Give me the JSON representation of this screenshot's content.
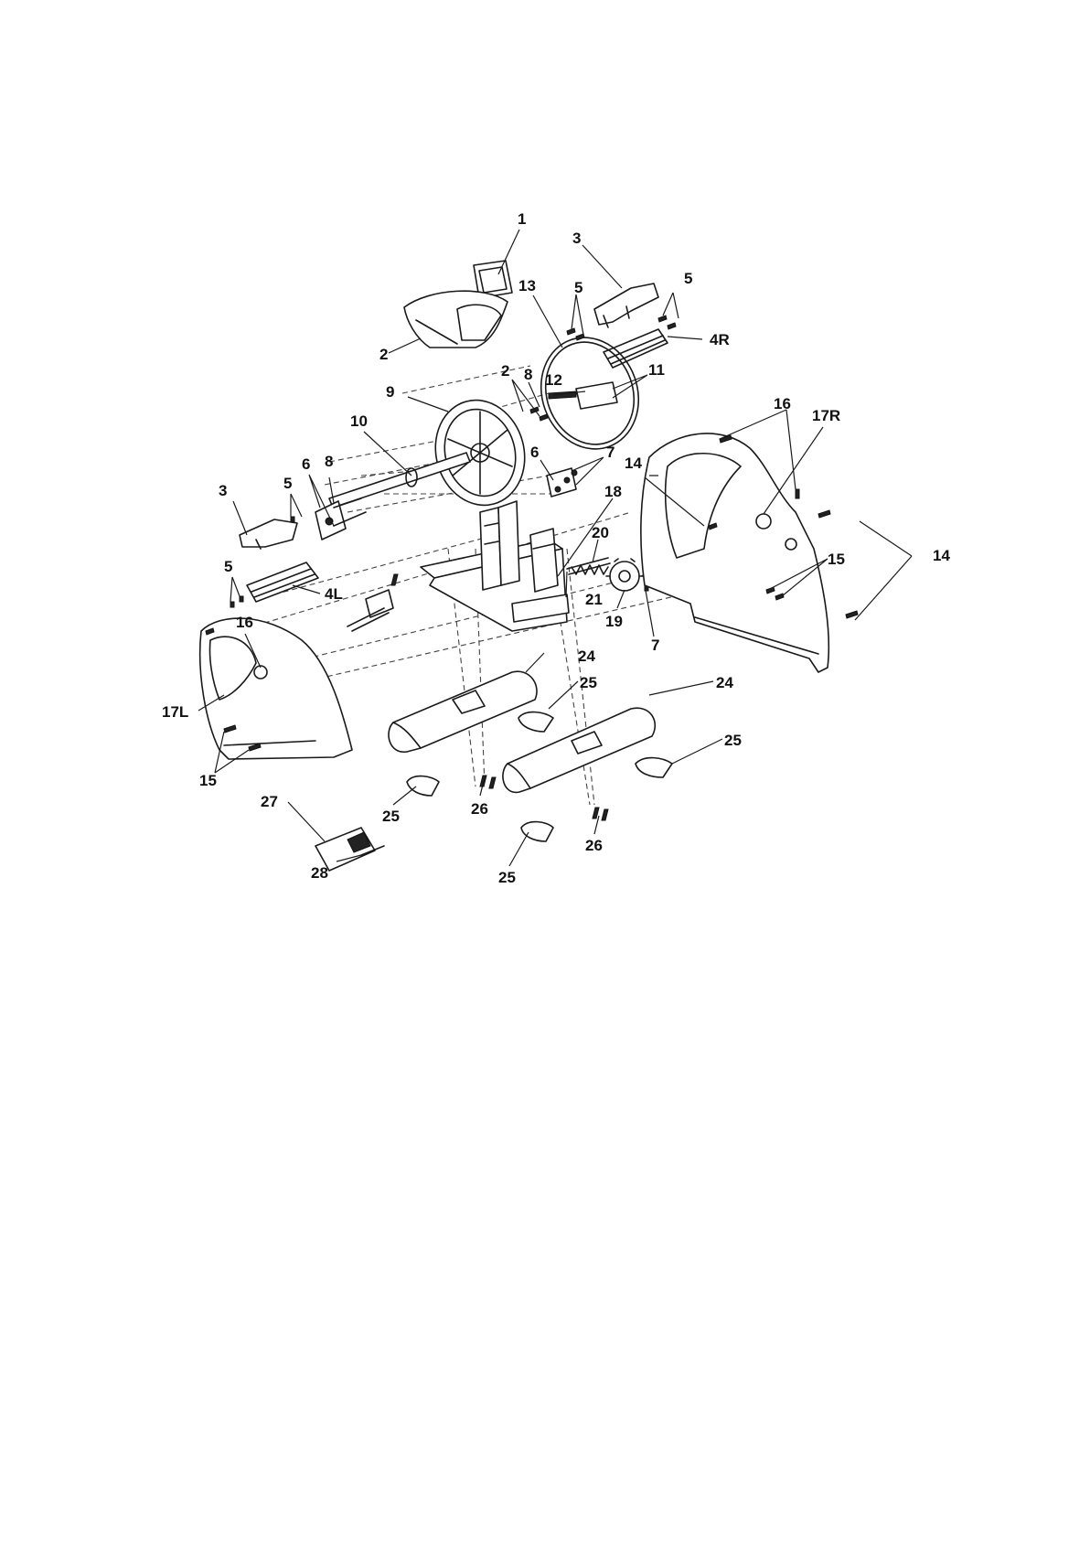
{
  "diagram": {
    "labels": [
      "1",
      "2",
      "3",
      "4R",
      "5",
      "5",
      "13",
      "2",
      "8",
      "12",
      "11",
      "9",
      "10",
      "16",
      "17R",
      "6",
      "7",
      "14",
      "3",
      "5",
      "6",
      "8",
      "18",
      "20",
      "14",
      "4L",
      "5",
      "21",
      "19",
      "15",
      "7",
      "16",
      "24",
      "17L",
      "25",
      "24",
      "15",
      "25",
      "27",
      "25",
      "26",
      "26",
      "28",
      "25"
    ]
  }
}
